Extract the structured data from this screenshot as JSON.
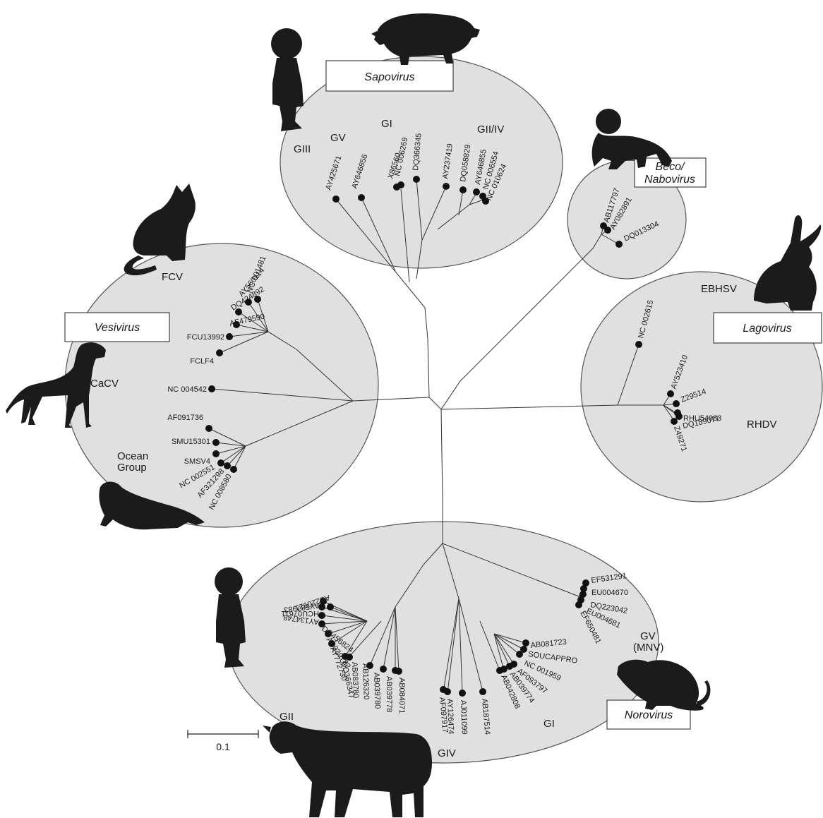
{
  "scale_bar": {
    "label": "0.1"
  },
  "clades": {
    "sapovirus": {
      "genus": "Sapovirus",
      "groups": [
        "GIII",
        "GV",
        "GI",
        "GII/IV"
      ],
      "leaves": [
        "AY425671",
        "AY646856",
        "X86560",
        "NC 006269",
        "DQ366345",
        "AY237419",
        "DQ058829",
        "AY646855",
        "NC 006554",
        "NC 010624"
      ]
    },
    "beco": {
      "genus_line1": "Beco/",
      "genus_line2": "Nabovirus",
      "leaves": [
        "AB117797",
        "AY082891",
        "DQ013304"
      ]
    },
    "lagovirus": {
      "genus": "Lagovirus",
      "groups": [
        "EBHSV",
        "RHDV"
      ],
      "leaves": [
        "NC 002615",
        "AY523410",
        "Z29514",
        "RHU54983",
        "DQ189077",
        "Z49271"
      ]
    },
    "vesivirus": {
      "genus": "Vesivirus",
      "groups": [
        "FCV",
        "CaCV",
        "Ocean",
        "Group"
      ],
      "leaves": [
        "NC 001481",
        "AY560114",
        "DQ424892",
        "AF479590",
        "FCU13992",
        "FCLF4",
        "NC 004542",
        "AF091736",
        "SMU15301",
        "SMSV4",
        "NC 002551",
        "AF321298",
        "NC 008580"
      ]
    },
    "norovirus": {
      "genus": "Norovirus",
      "groups": [
        "GII",
        "GIV",
        "GI",
        "GV",
        "(MNV)"
      ],
      "leaves_gii": [
        "AB220921",
        "AY587983",
        "HCU07611",
        "AY134748",
        "DQ456824",
        "AB039782",
        "AY772730",
        "DQ366347",
        "AB083780",
        "AB126320",
        "AB039780",
        "AB039778",
        "AB084071"
      ],
      "leaves_giv": [
        "AF097917",
        "AY126474",
        "AJ011099"
      ],
      "leaves_gi": [
        "AB187514",
        "AB042808",
        "AB039774",
        "AF093797",
        "NC 001959",
        "SOUCAPPRO",
        "AB081723"
      ],
      "leaves_gv": [
        "EF531291",
        "EU004670",
        "DQ223042",
        "EU004681",
        "EF650481"
      ]
    }
  },
  "silhouettes": [
    "child-icon",
    "pig-icon",
    "monkey-icon",
    "cat-icon",
    "dog-icon",
    "seal-icon",
    "rabbit-icon",
    "child-icon",
    "cow-icon",
    "mouse-icon"
  ]
}
